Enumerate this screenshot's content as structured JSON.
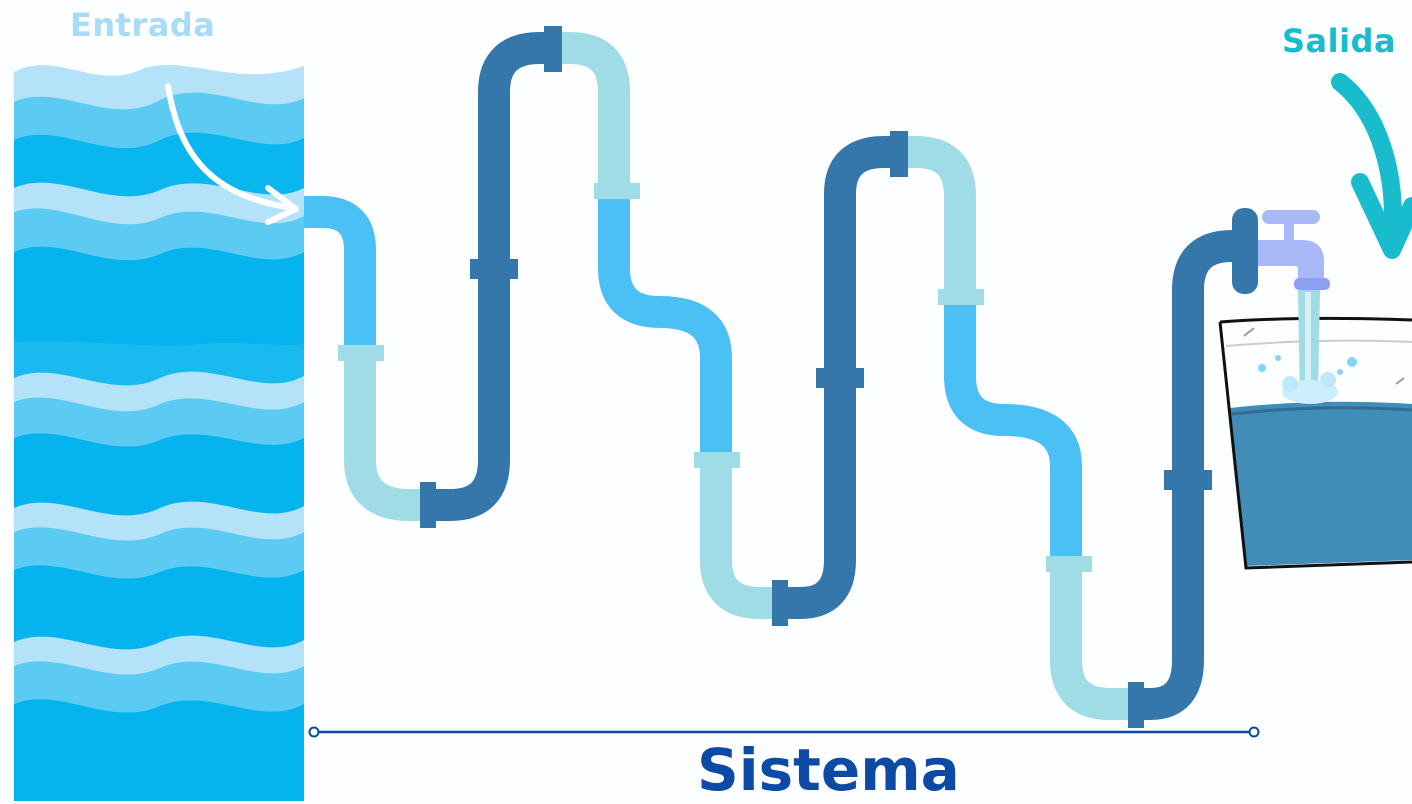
{
  "labels": {
    "input": "Entrada",
    "output": "Salida",
    "system": "Sistema"
  },
  "colors": {
    "water_light": "#b4e2f8",
    "water_mid": "#5ccbf4",
    "water_deep": "#05b4ee",
    "pipe_dark": "#3677ab",
    "pipe_sky": "#4bc0f4",
    "pipe_pale": "#9fdce6",
    "input_label": "#a8dcf6",
    "output_label": "#19bccc",
    "system_label": "#0c4aa6",
    "bucket_water": "#418db8",
    "faucet": "#a9b8f6"
  },
  "icons": [
    "arrow-down-icon",
    "faucet-icon",
    "water-drop-icon"
  ]
}
